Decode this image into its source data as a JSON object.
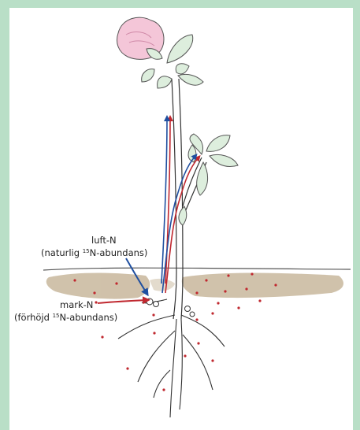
{
  "labels": {
    "air_n_title": "luft-N",
    "air_n_pre": "(naturlig ",
    "air_n_sup": "15",
    "air_n_post": "N-abundans)",
    "soil_n_title": "mark-N",
    "soil_n_pre": "(förhöjd ",
    "soil_n_sup": "15",
    "soil_n_post": "N-abundans)"
  },
  "colors": {
    "frame": "#b9dfc7",
    "soil": "#c8b79c",
    "soil_dots": "#c0282f",
    "air_arrow": "#1f4fa0",
    "soil_arrow": "#c0282f",
    "leaf_fill": "#ddeedd",
    "flower": "#f4c6d8",
    "stroke": "#333333"
  },
  "icons": {
    "plant": "clover-plant-illustration",
    "air_arrow": "blue-arrow-icon",
    "soil_arrow": "red-arrow-icon"
  }
}
